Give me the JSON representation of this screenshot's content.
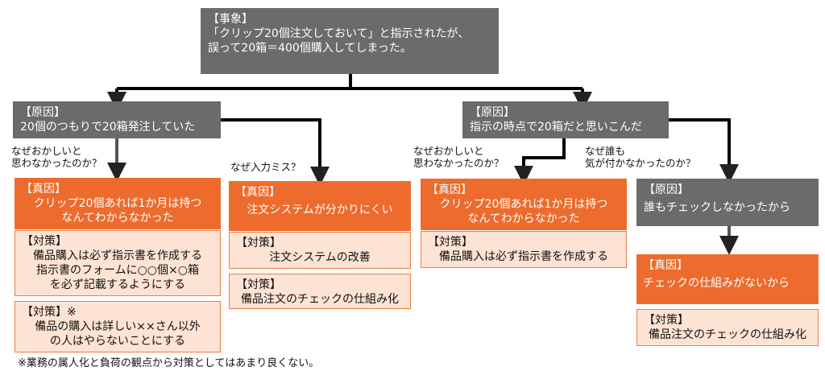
{
  "event": {
    "head": "【事象】",
    "lines": [
      "「クリップ20個注文しておいて」と指示されたが、",
      "誤って20箱＝400個購入してしまった。"
    ]
  },
  "cause_left": {
    "head": "【原因】",
    "text": "20個のつもりで20箱発注していた"
  },
  "cause_right": {
    "head": "【原因】",
    "text": "指示の時点で20箱だと思いこんだ"
  },
  "questions": {
    "q1": [
      "なぜおかしいと",
      "思わなかったのか？"
    ],
    "q2": [
      "なぜ入力ミス？"
    ],
    "q3": [
      "なぜおかしいと",
      "思わなかったのか？"
    ],
    "q4": [
      "なぜ誰も",
      "気が付かなかったのか？"
    ]
  },
  "branch1": {
    "true_head": "【真因】",
    "true_lines": [
      "クリップ20個あれば1か月は持つ",
      "なんてわからなかった"
    ],
    "measure_head": "【対策】",
    "measure_lines": [
      "備品購入は必ず指示書を作成する",
      "指示書のフォームに○○個×○箱",
      "を必ず記載するようにする"
    ],
    "measure2_head": "【対策】※",
    "measure2_lines": [
      "備品の購入は詳しい××さん以外",
      "の人はやらないことにする"
    ]
  },
  "branch2": {
    "true_head": "【真因】",
    "true_text": "注文システムが分かりにくい",
    "measure_head": "【対策】",
    "measure_text": "注文システムの改善",
    "measure2_head": "【対策】",
    "measure2_text": "備品注文のチェックの仕組み化"
  },
  "branch3": {
    "true_head": "【真因】",
    "true_lines": [
      "クリップ20個あれば1か月は持つ",
      "なんてわからなかった"
    ],
    "measure_head": "【対策】",
    "measure_text": "備品購入は必ず指示書を作成する"
  },
  "branch4": {
    "cause_head": "【原因】",
    "cause_text": "誰もチェックしなかったから",
    "true_head": "【真因】",
    "true_text": "チェックの仕組みがないから",
    "measure_head": "【対策】",
    "measure_text": "備品注文のチェックの仕組み化"
  },
  "footnote": "※業務の属人化と負荷の観点から対策としてはあまり良くない。",
  "colors": {
    "gray": "#6b6b6b",
    "orange": "#ec6b2d",
    "peach": "#fde3d4",
    "line": "#000000"
  }
}
